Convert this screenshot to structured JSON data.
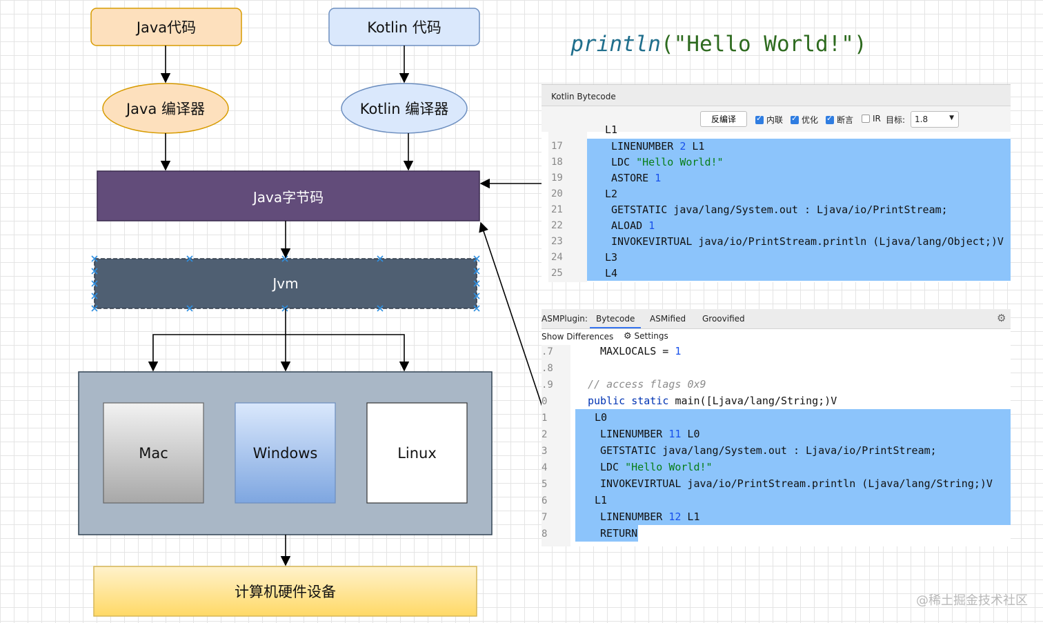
{
  "diagram": {
    "java_code": "Java代码",
    "kotlin_code": "Kotlin 代码",
    "java_compiler": "Java 编译器",
    "kotlin_compiler": "Kotlin 编译器",
    "bytecode": "Java字节码",
    "jvm": "Jvm",
    "mac": "Mac",
    "windows": "Windows",
    "linux": "Linux",
    "hardware": "计算机硬件设备",
    "colors": {
      "java_fill": "#fde0bd",
      "kotlin_fill": "#dae8fc",
      "bytecode_fill": "#624c7a",
      "jvm_fill": "#4f5f72",
      "os_container": "#a9b7c6",
      "hardware_fill": "#ffd966"
    }
  },
  "println_code": {
    "fn": "println",
    "args": "(\"Hello World!\")"
  },
  "kotlin_panel": {
    "title": "Kotlin Bytecode",
    "decompile_button": "反编译",
    "options": [
      {
        "label": "内联",
        "checked": true
      },
      {
        "label": "优化",
        "checked": true
      },
      {
        "label": "断言",
        "checked": true
      },
      {
        "label": "IR",
        "checked": false
      }
    ],
    "target_label": "目标:",
    "target_value": "1.8",
    "gutter_top": "L1",
    "lines": [
      {
        "n": "17",
        "text": "LINENUMBER 2 L1"
      },
      {
        "n": "18",
        "text": "LDC \"Hello World!\""
      },
      {
        "n": "19",
        "text": "ASTORE 1"
      },
      {
        "n": "20",
        "text": "L2"
      },
      {
        "n": "21",
        "text": "GETSTATIC java/lang/System.out : Ljava/io/PrintStream;"
      },
      {
        "n": "22",
        "text": "ALOAD 1"
      },
      {
        "n": "23",
        "text": "INVOKEVIRTUAL java/io/PrintStream.println (Ljava/lang/Object;)V"
      },
      {
        "n": "24",
        "text": "L3"
      },
      {
        "n": "25",
        "text": "L4"
      }
    ]
  },
  "asm_panel": {
    "plugin_label": "ASMPlugin:",
    "tabs": [
      "Bytecode",
      "ASMified",
      "Groovified"
    ],
    "show_differences": "Show Differences",
    "settings": "Settings",
    "gutter": [
      ".7",
      ".8",
      ".9",
      "0",
      "1",
      "2",
      "3",
      "4",
      "5",
      "6",
      "7",
      "8"
    ],
    "lines": [
      "MAXLOCALS = 1",
      "",
      "// access flags 0x9",
      "public static main([Ljava/lang/String;)V",
      "L0",
      "LINENUMBER 11 L0",
      "GETSTATIC java/lang/System.out : Ljava/io/PrintStream;",
      "LDC \"Hello World!\"",
      "INVOKEVIRTUAL java/io/PrintStream.println (Ljava/lang/String;)V",
      "L1",
      "LINENUMBER 12 L1",
      "RETURN"
    ]
  },
  "watermark": "@稀土掘金技术社区"
}
